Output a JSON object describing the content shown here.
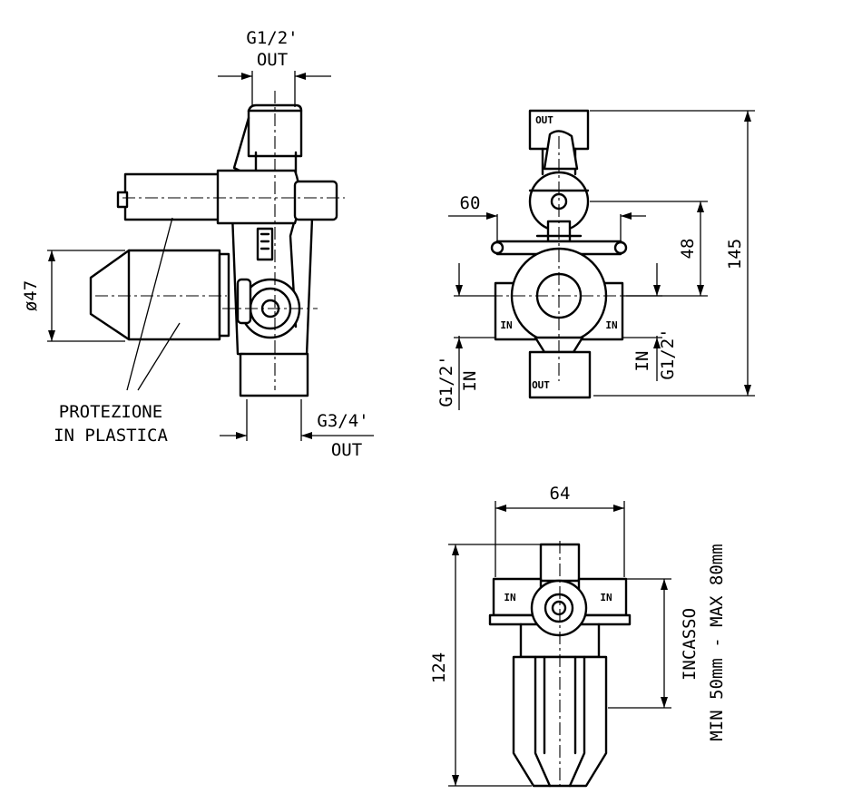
{
  "side_view": {
    "top_thread": "G1/2'",
    "top_port": "OUT",
    "diameter": "ø47",
    "cover_label_line1": "PROTEZIONE",
    "cover_label_line2": "IN PLASTICA",
    "bottom_thread": "G3/4'",
    "bottom_port": "OUT"
  },
  "front_view": {
    "dim_width": "60",
    "dim_height_inner": "48",
    "dim_height_total": "145",
    "port_top": "OUT",
    "port_left": "IN",
    "port_right": "IN",
    "port_bottom": "OUT",
    "left_thread": "G1/2'",
    "left_port": "IN",
    "right_port": "IN",
    "right_thread": "G1/2'"
  },
  "top_view": {
    "dim_width": "64",
    "dim_height": "124",
    "port_left": "IN",
    "port_right": "IN",
    "recess_label": "INCASSO",
    "recess_range": "MIN 50mm - MAX 80mm"
  }
}
